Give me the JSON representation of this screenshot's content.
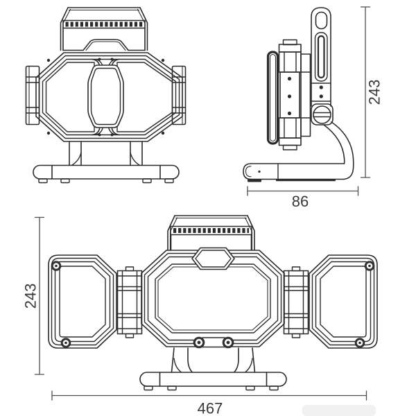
{
  "annotations": {
    "side_height": "243",
    "side_depth": "86",
    "unfolded_height": "243",
    "unfolded_width": "467"
  },
  "colors": {
    "background": "#ffffff",
    "drawing_line": "#2b2b2b",
    "dimension_line": "#4f4f4f",
    "dimension_text": "#383838"
  }
}
